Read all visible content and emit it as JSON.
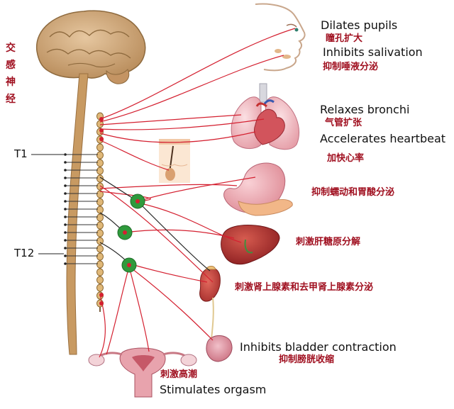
{
  "title_vertical": "交感神经",
  "segments": {
    "t1": "T1",
    "t12": "T12"
  },
  "effects": {
    "pupils_en": "Dilates pupils",
    "pupils_zh": "瞳孔扩大",
    "salivation_en": "Inhibits salivation",
    "salivation_zh": "抑制唾液分泌",
    "bronchi_en": "Relaxes bronchi",
    "bronchi_zh": "气管扩张",
    "heart_en": "Accelerates heartbeat",
    "heart_zh": "加快心率",
    "stomach_zh": "抑制蠕动和胃酸分泌",
    "liver_zh": "刺激肝糖原分解",
    "adrenal_zh": "刺激肾上腺素和去甲肾上腺素分泌",
    "bladder_en": "Inhibits bladder contraction",
    "bladder_zh": "抑制膀胱收缩",
    "orgasm_zh": "刺激高潮",
    "orgasm_en": "Stimulates orgasm"
  },
  "colors": {
    "nerve": "#d42030",
    "ganglion": "#2f9a3c",
    "spine": "#c89a62",
    "label_zh": "#a01020",
    "organ_red": "#c23a3a",
    "organ_pink": "#e89aa6"
  },
  "icons": [
    "brain-icon",
    "face-icon",
    "lungs-icon",
    "heart-icon",
    "skin-icon",
    "stomach-icon",
    "liver-icon",
    "kidney-icon",
    "bladder-icon",
    "uterus-icon"
  ]
}
